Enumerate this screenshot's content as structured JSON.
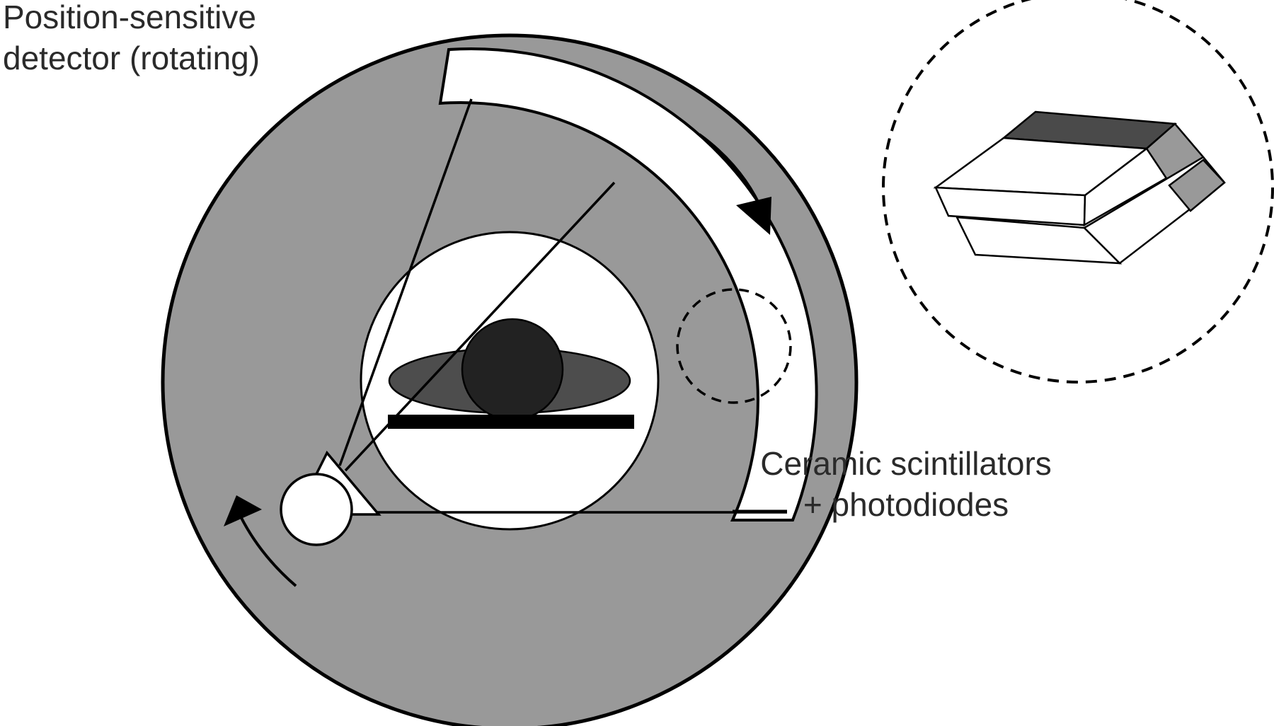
{
  "labels": {
    "detector": {
      "line1": "Position-sensitive",
      "line2": "detector (rotating)"
    },
    "scintillators": {
      "line1": "Ceramic scintillators",
      "line2": "+ photodiodes"
    }
  },
  "colors": {
    "gantry": "#999999",
    "bore": "#ffffff",
    "patient_body": "#4d4d4d",
    "patient_head": "#222222",
    "table": "#000000",
    "detector": "#ffffff",
    "outline": "#000000",
    "scintillator_top": "#4a4a4a",
    "scintillator_side": "#999999"
  },
  "icons": {
    "rotation_arrow_detector": "clockwise-arrow-icon",
    "rotation_arrow_source": "counterclockwise-arrow-icon",
    "xray_source": "xray-tube-icon"
  }
}
